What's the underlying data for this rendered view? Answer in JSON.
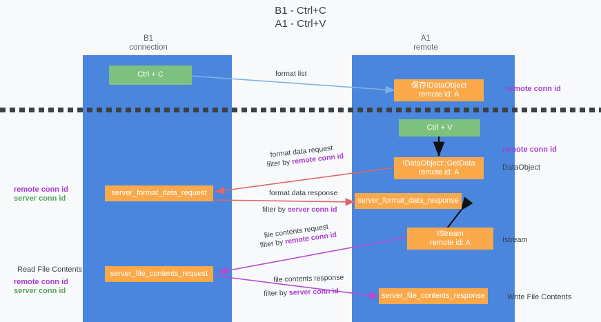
{
  "title": {
    "line1": "B1 - Ctrl+C",
    "line2": "A1 - Ctrl+V"
  },
  "columns": [
    {
      "name": "B1",
      "sub": "connection"
    },
    {
      "name": "A1",
      "sub": "remote"
    }
  ],
  "colors": {
    "lane": "#4a86dd",
    "green_box": "#7dc17f",
    "orange_box": "#f9a94a",
    "purple_text": "#a73fd0",
    "green_text": "#5aa35c",
    "blue_arrow": "#7eb3e8",
    "red_arrow": "#e06666",
    "magenta_arrow": "#b84ad0",
    "black_arrow": "#000000",
    "background": "#f8f9fa"
  },
  "boxes": {
    "ctrl_c": {
      "line1": "Ctrl + C"
    },
    "save_idataobject": {
      "line1": "保存IDataObject",
      "line2": "remote id: A"
    },
    "ctrl_v": {
      "line1": "Ctrl + V"
    },
    "getdata": {
      "line1": "IDataObject::GetData",
      "line2": "remote id: A"
    },
    "server_format_data_request": {
      "line1": "server_format_data_request"
    },
    "server_format_data_response": {
      "line1": "server_format_data_response"
    },
    "istream": {
      "line1": "IStream",
      "line2": "remote id: A"
    },
    "server_file_contents_request": {
      "line1": "server_file_contents_request"
    },
    "server_file_contents_response": {
      "line1": "server_file_contents_response"
    }
  },
  "edge_labels": {
    "format_list": "format list",
    "format_data_request": "format data request",
    "format_data_request_filter_prefix": "filter by ",
    "format_data_request_filter_value": "remote conn id",
    "format_data_response": "format data response",
    "format_data_response_filter_prefix": "filter by ",
    "format_data_response_filter_value": "server conn id",
    "file_contents_request": "file contents request",
    "file_contents_request_filter_prefix": "filter by ",
    "file_contents_request_filter_value": "remote conn id",
    "file_contents_response": "file contents response",
    "file_contents_response_filter_prefix": "filter by ",
    "file_contents_response_filter_value": "server conn id"
  },
  "right_labels": {
    "remote_conn_id_top": "remote conn id",
    "remote_conn_id_mid": "remote conn id",
    "dataobject": "DataObject",
    "istream": "Istream",
    "write_file_contents": "Write File Contents"
  },
  "left_labels": {
    "remote_conn_id": "remote conn id",
    "server_conn_id": "server conn id",
    "read_file_contents": "Read File Contents",
    "remote_conn_id_2": "remote conn id",
    "server_conn_id_2": "server conn id"
  }
}
